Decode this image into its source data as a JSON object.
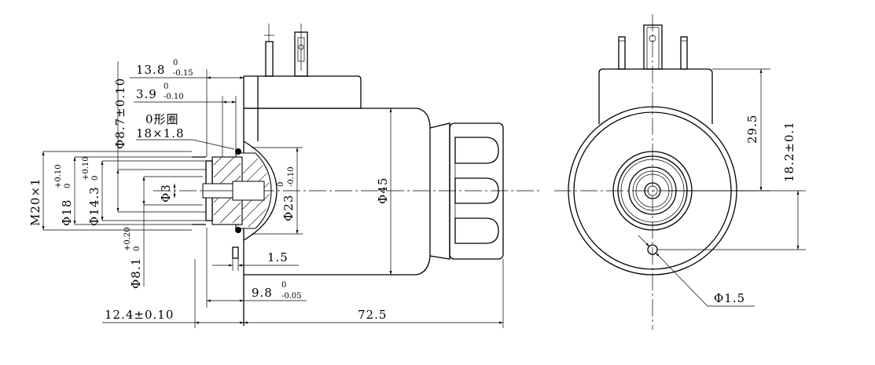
{
  "side_view": {
    "dim_13_8": {
      "base": "13.8",
      "sup": "0",
      "sub": "-0.15"
    },
    "dim_3_9": {
      "base": "3.9",
      "sup": "0",
      "sub": "-0.10"
    },
    "dim_d8_7": "Φ8.7±0.10",
    "oring_title": "0形圈",
    "oring_size": "18×1.8",
    "dim_m20": "M20×1",
    "dim_d18": {
      "base": "Φ18",
      "sup": "+0.10",
      "sub": "0"
    },
    "dim_d14_3": {
      "base": "Φ14.3",
      "sup": "+0.10",
      "sub": "0"
    },
    "dim_d3": "Φ3",
    "dim_d23": {
      "base": "Φ23",
      "sup": "0",
      "sub": "-0.10"
    },
    "dim_d45": "Φ45",
    "dim_d8_1": {
      "base": "Φ8.1",
      "sup": "+0.20",
      "sub": "0"
    },
    "dim_1_5": "1.5",
    "dim_9_8": {
      "base": "9.8",
      "sup": "0",
      "sub": "-0.05"
    },
    "dim_12_4": "12.4±0.10",
    "dim_72_5": "72.5"
  },
  "front_view": {
    "dim_29_5": "29.5",
    "dim_18_2": "18.2±0.1",
    "dim_d1_5": "Φ1.5"
  }
}
